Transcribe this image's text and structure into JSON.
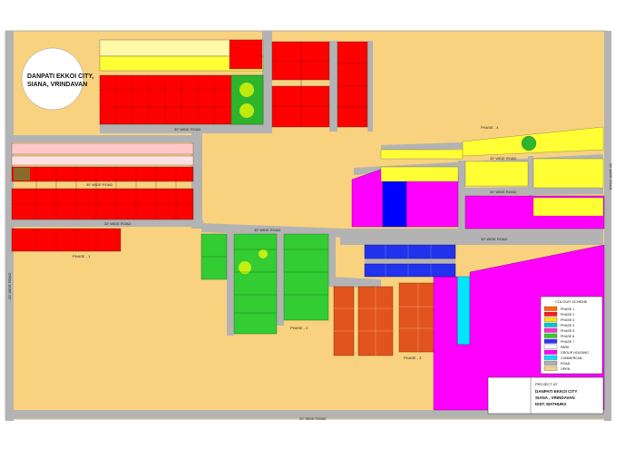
{
  "map": {
    "title_lines": [
      "DANPATI EKKOI CITY,",
      "SIANA, VRINDAVAN"
    ],
    "road_labels": {
      "top_road": "30' WIDE ROAD",
      "mid_road": "30' WIDE ROAD",
      "left_band_road": "30' WIDE ROAD",
      "left_lower_road": "30' WIDE ROAD",
      "right_top_road": "30' WIDE ROAD",
      "right_mid_road": "30' WIDE ROAD",
      "east_road": "30' WIDE ROAD",
      "bottom_road": "30' WIDE ROAD",
      "left_vertical_road": "30' WIDE ROAD",
      "right_vertical_road": "30' WIDE ROAD",
      "phase_1": "PHASE - 1",
      "phase_2": "PHASE - 2",
      "phase_3": "PHASE - 3",
      "phase_4": "PHASE - 4"
    },
    "legend": {
      "heading": "COLOUR SCHEME",
      "rows": [
        {
          "label": "PHASE 1",
          "color": "#ff6a00"
        },
        {
          "label": "PHASE 2",
          "color": "#ff1a1a"
        },
        {
          "label": "PHASE 3",
          "color": "#ffe600"
        },
        {
          "label": "PHASE 4",
          "color": "#00c8d8"
        },
        {
          "label": "PHASE 5",
          "color": "#ff33cc"
        },
        {
          "label": "PHASE 6",
          "color": "#33cc33"
        },
        {
          "label": "PHASE 7",
          "color": "#3333ff"
        },
        {
          "label": "PARK",
          "color": "#ffffff"
        },
        {
          "label": "GROUP HOUSING",
          "color": "#ff00ff"
        },
        {
          "label": "COMMERCIAL",
          "color": "#00e0ff"
        },
        {
          "label": "ROAD",
          "color": "#b0b0b0"
        },
        {
          "label": "OPEN",
          "color": "#f5d38a"
        }
      ]
    },
    "title_block": {
      "line1": "PROJECT AT",
      "line2": "DANPATI EKKOI CITY",
      "line3": "SIANA , VRINDAVAN",
      "line4": "DIST. MATHURA"
    },
    "colors": {
      "land": "#f8d27f",
      "road": "#b3b3b3",
      "red_plots": "#ff0000",
      "yellow_plots": "#ffff33",
      "green_plots": "#33cc33",
      "orange_plots": "#e2541e",
      "magenta": "#ff00ff",
      "blue": "#0000ff",
      "cyan": "#00e5ff",
      "park": "#2db52d"
    }
  }
}
